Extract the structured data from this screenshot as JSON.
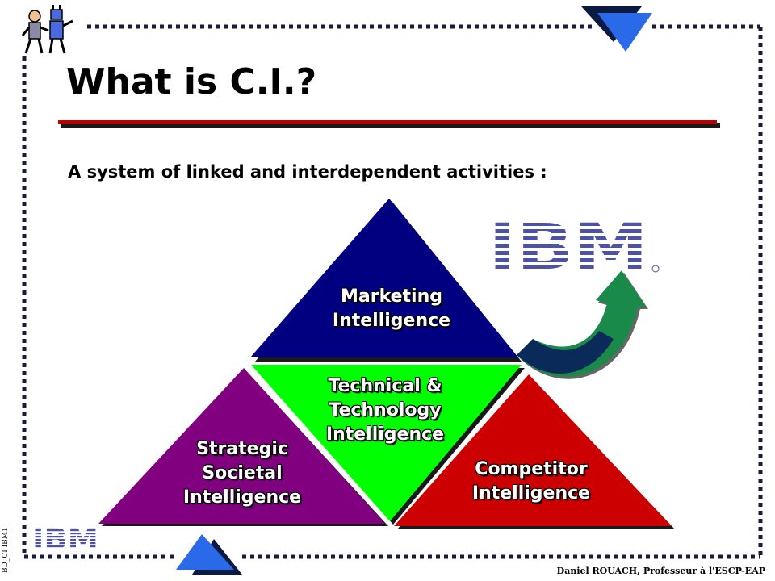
{
  "slide": {
    "title": "What is C.I.?",
    "subtitle": "A system of linked and interdependent activities :",
    "credit": "Daniel ROUACH,  Professeur à l'ESCP-EAP",
    "side_code": "BD_CI IBM1"
  },
  "pyramid": {
    "top": {
      "line1": "Marketing",
      "line2": "Intelligence",
      "color": "#000080"
    },
    "center": {
      "line1": "Technical &",
      "line2": "Technology",
      "line3": "Intelligence",
      "color": "#00ff00"
    },
    "left": {
      "line1": "Strategic",
      "line2": "Societal",
      "line3": "Intelligence",
      "color": "#800080"
    },
    "right": {
      "line1": "Competitor",
      "line2": "Intelligence",
      "color": "#cc0000"
    }
  },
  "logos": {
    "main": "IBM",
    "small": "IBM",
    "color": "#4d52a6"
  },
  "icons": [
    "cartoon-people-icon",
    "triangle-corner-icon",
    "curved-arrow-icon"
  ]
}
